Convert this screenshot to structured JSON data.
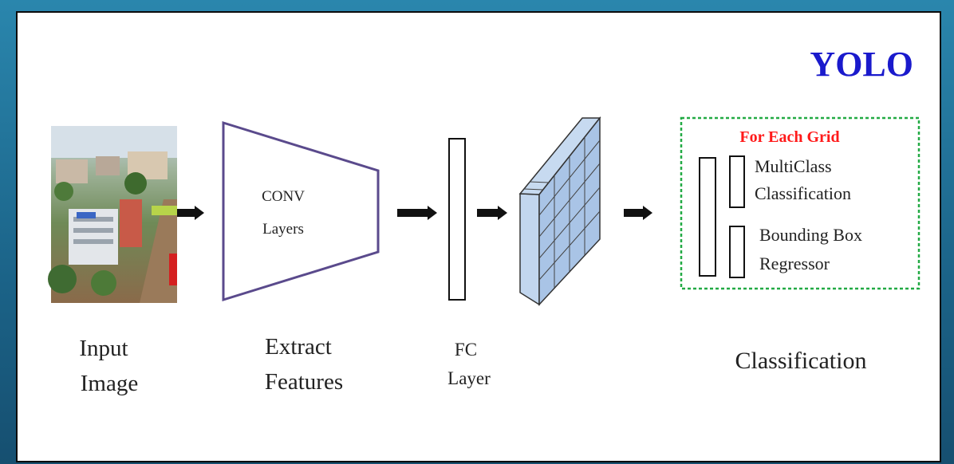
{
  "title": "YOLO",
  "stages": {
    "input": {
      "line1": "Input",
      "line2": "Image"
    },
    "conv": {
      "line1": "CONV",
      "line2": "Layers"
    },
    "extract": {
      "line1": "Extract",
      "line2": "Features"
    },
    "fc": {
      "line1": "FC",
      "line2": "Layer"
    },
    "classification": "Classification"
  },
  "grid_box": {
    "heading": "For Each Grid",
    "multiclass": {
      "line1": "MultiClass",
      "line2": "Classification"
    },
    "bbox": {
      "line1": "Bounding Box",
      "line2": "Regressor"
    }
  },
  "colors": {
    "title": "#1a1acc",
    "grid_heading": "#ff1a1a",
    "trapezoid_stroke": "#5a4a8c",
    "dotted_box": "#22aa44",
    "tensor_face": "#a9c4e6"
  }
}
